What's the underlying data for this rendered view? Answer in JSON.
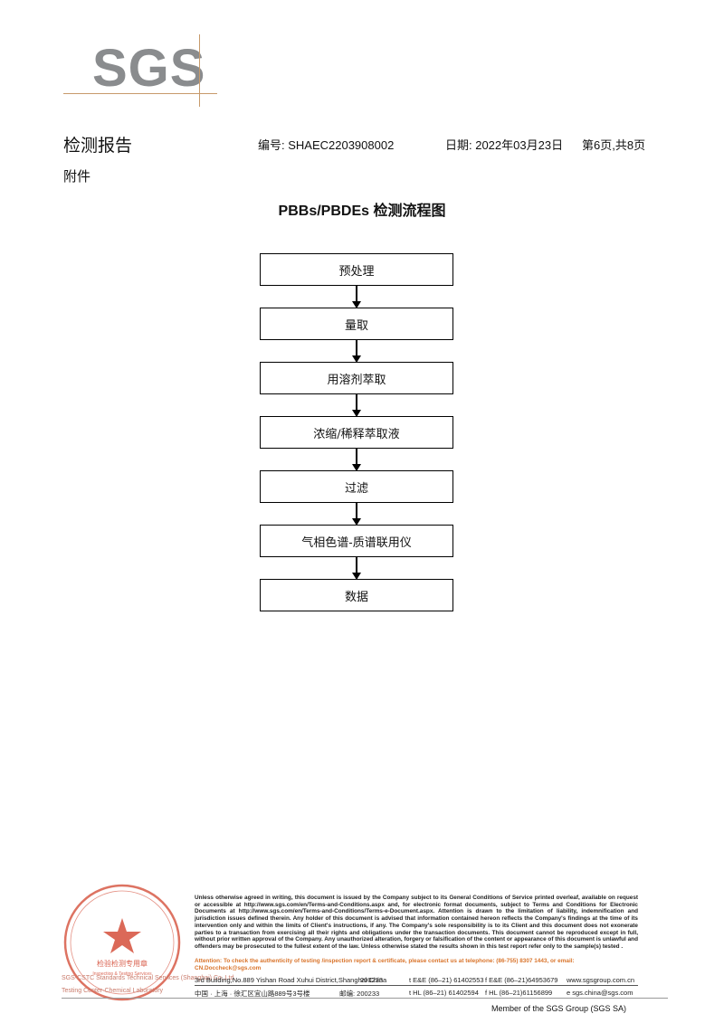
{
  "logo": {
    "text": "SGS"
  },
  "header": {
    "title": "检测报告",
    "report_no": "编号: SHAEC2203908002",
    "date": "日期: 2022年03月23日",
    "page": "第6页,共8页"
  },
  "attachment_label": "附件",
  "flow": {
    "title": "PBBs/PBDEs 检测流程图",
    "steps": [
      "预处理",
      "量取",
      "用溶剂萃取",
      "浓缩/稀释萃取液",
      "过滤",
      "气相色谱-质谱联用仪",
      "数据"
    ]
  },
  "footer": {
    "disclaimer": "Unless otherwise agreed in writing, this document is issued by the Company subject to its General Conditions of Service printed overleaf, available on request or accessible at http://www.sgs.com/en/Terms-and-Conditions.aspx and, for electronic format documents, subject to Terms and Conditions for Electronic Documents at http://www.sgs.com/en/Terms-and-Conditions/Terms-e-Document.aspx. Attention is drawn to the limitation of liability, indemnification and jurisdiction issues defined therein. Any holder of this document is advised that information contained hereon reflects the Company's findings at the time of its intervention only and within the limits of Client's instructions, if any. The Company's sole responsibility is to its Client and this document does not exonerate parties to a transaction from exercising all their rights and obligations under the transaction documents. This document cannot be reproduced except in full, without prior written approval of the Company. Any unauthorized alteration, forgery or falsification of the content or appearance of this document is unlawful and offenders may be prosecuted to the fullest extent of the law. Unless otherwise stated the results shown in this test report refer only to the sample(s) tested .",
    "attention": "Attention: To check the authenticity of testing /inspection report & certificate, please contact us at telephone: (86-755) 8307 1443, or email: CN.Doccheck@sgs.com",
    "addr_en": "3rd Building,No.889 Yishan Road Xuhui District,Shanghai China",
    "zip_en": "200233",
    "tel_en": "t E&E (86–21) 61402553",
    "fax_en": "f E&E (86–21)64953679",
    "web": "www.sgsgroup.com.cn",
    "addr_cn": "中国 · 上海 · 徐汇区宜山路889号3号楼",
    "zip_cn": "邮编: 200233",
    "tel_cn": "t HL (86–21) 61402594",
    "fax_cn": "f HL (86–21)61156899",
    "email": "e sgs.china@sgs.com",
    "stamp_side_1": "SGS-CSTC Standards Technical Services (Shanghai) Co.,Ltd.",
    "stamp_side_2": "Testing Center-Chemical Laboratory",
    "stamp_center": "检验检测专用章",
    "stamp_en": "Inspection & Testing Services",
    "member": "Member of the SGS Group (SGS SA)"
  },
  "colors": {
    "stamp_red": "#d2442e",
    "logo_gray": "#8a8c8e",
    "attention_orange": "#d9742b"
  }
}
